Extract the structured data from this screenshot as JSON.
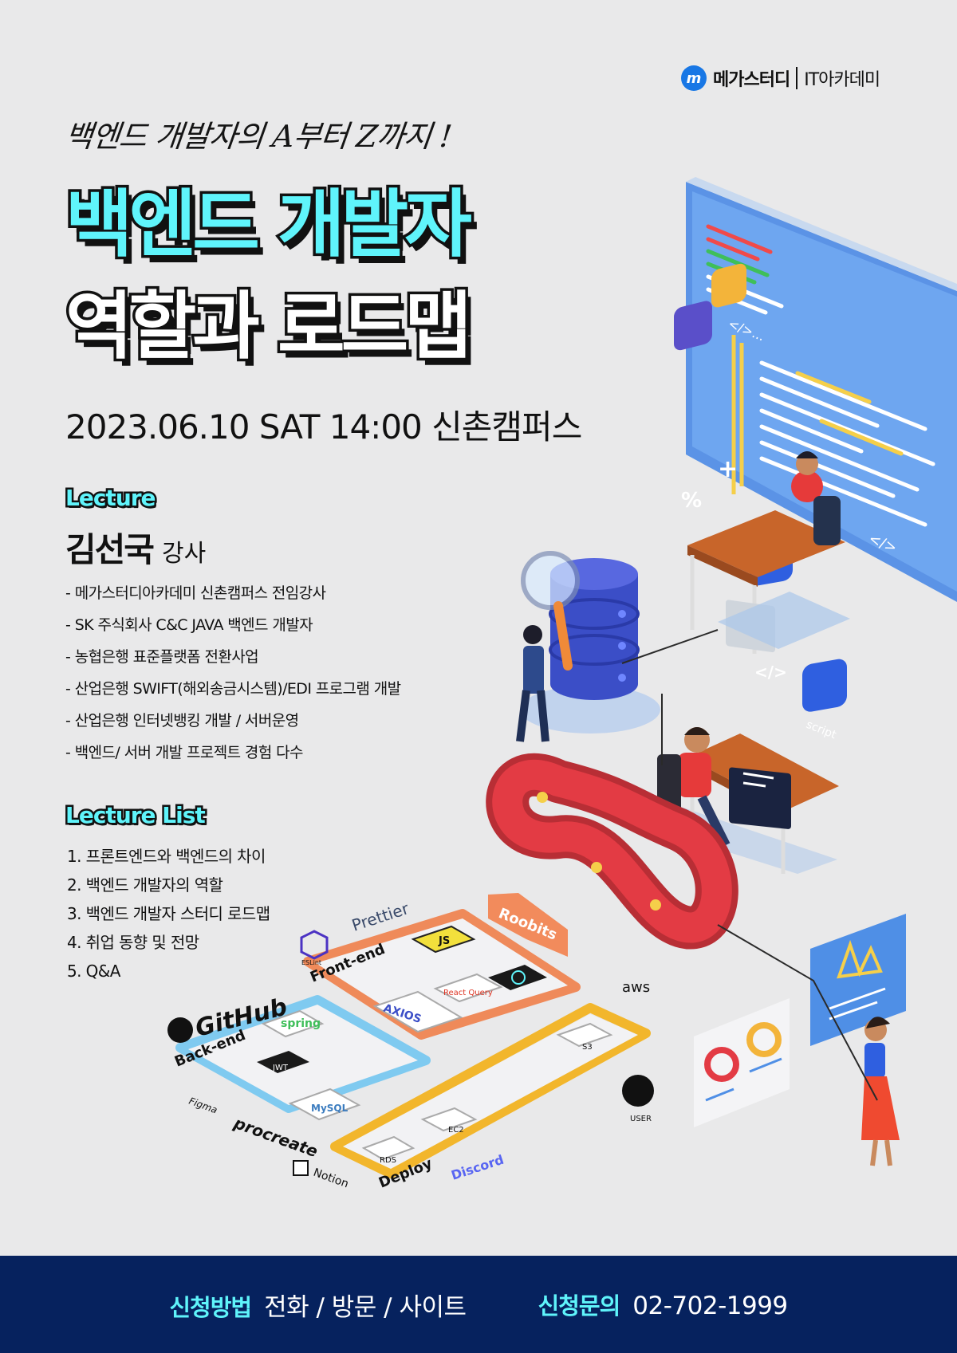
{
  "logo": {
    "mark": "m",
    "brand": "메가스터디",
    "sub": "IT아카데미"
  },
  "tagline": "백엔드 개발자의 A부터 Z까지 !",
  "title": {
    "line1": "백엔드 개발자",
    "line2": "역할과 로드맵"
  },
  "event_datetime": "2023.06.10 SAT 14:00 신촌캠퍼스",
  "lecture": {
    "label": "Lecture",
    "speaker_name": "김선국",
    "speaker_role": "강사",
    "career": [
      "- 메가스터디아카데미 신촌캠퍼스 전임강사",
      "- SK 주식회사 C&C JAVA 백엔드 개발자",
      "- 농협은행 표준플랫폼 전환사업",
      "- 산업은행 SWIFT(해외송금시스템)/EDI 프로그램 개발",
      "- 산업은행 인터넷뱅킹 개발 / 서버운영",
      "- 백엔드/ 서버 개발 프로젝트 경험 다수"
    ]
  },
  "lecture_list": {
    "label": "Lecture List",
    "items": [
      "1. 프론트엔드와 백엔드의 차이",
      "2. 백엔드 개발자의 역할",
      "3. 백엔드 개발자 스터디 로드맵",
      "4. 취업 동향 및 전망",
      "5. Q&A"
    ]
  },
  "illustration": {
    "tools": [
      "GitHub",
      "Prettier",
      "ESLint",
      "Figma",
      "procreate",
      "Notion",
      "Discord",
      "aws",
      "Roobits"
    ],
    "groups": [
      "Front-end",
      "Back-end",
      "Deploy"
    ],
    "nodes": [
      "JS",
      "React Query",
      "AXIOS",
      "spring",
      "JWT",
      "MySQL",
      "RDS",
      "EC2",
      "S3",
      "USER"
    ],
    "code_chips": [
      "</>",
      "script",
      "%",
      "+"
    ]
  },
  "footer": {
    "apply_method_label": "신청방법",
    "apply_method_value": "전화 / 방문 / 사이트",
    "inquiry_label": "신청문의",
    "inquiry_value": "02-702-1999"
  },
  "colors": {
    "accent_cyan": "#5ff4fb",
    "footer_navy": "#06225e",
    "background": "#e9e9ea"
  }
}
